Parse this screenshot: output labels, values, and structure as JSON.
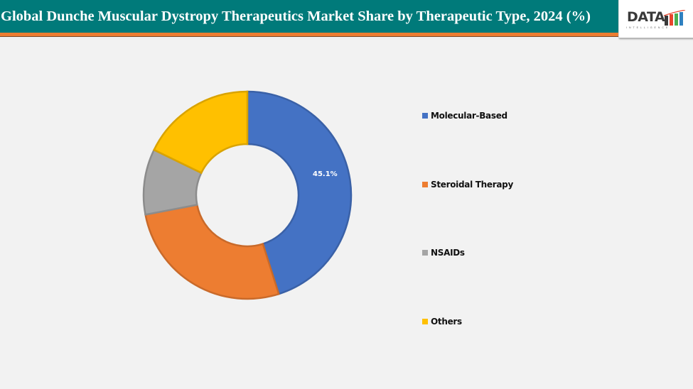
{
  "header": {
    "title": "Global Dunche Muscular Dystropy Therapeutics Market Share by Therapeutic Type, 2024 (%)",
    "background_color": "#007a7a",
    "accent_color": "#ed7d31"
  },
  "logo": {
    "text": "DATA",
    "subtext": "INTELLIGENCE"
  },
  "chart_data": {
    "type": "pie",
    "subtype": "doughnut",
    "title": "Global Dunche Muscular Dystropy Therapeutics Market Share by Therapeutic Type, 2024 (%)",
    "categories": [
      "Molecular-Based",
      "Steroidal Therapy",
      "NSAIDs",
      "Others"
    ],
    "values": [
      45.1,
      26.9,
      10.2,
      17.8
    ],
    "colors": [
      "#4472c4",
      "#ed7d31",
      "#a5a5a5",
      "#ffc000"
    ],
    "data_labels": [
      "45.1%",
      "",
      "",
      ""
    ],
    "legend_position": "right",
    "start_angle": 0,
    "direction": "clockwise"
  },
  "legend": {
    "items": [
      {
        "label": "Molecular-Based",
        "color": "#4472c4"
      },
      {
        "label": "Steroidal Therapy",
        "color": "#ed7d31"
      },
      {
        "label": "NSAIDs",
        "color": "#a5a5a5"
      },
      {
        "label": "Others",
        "color": "#ffc000"
      }
    ]
  }
}
